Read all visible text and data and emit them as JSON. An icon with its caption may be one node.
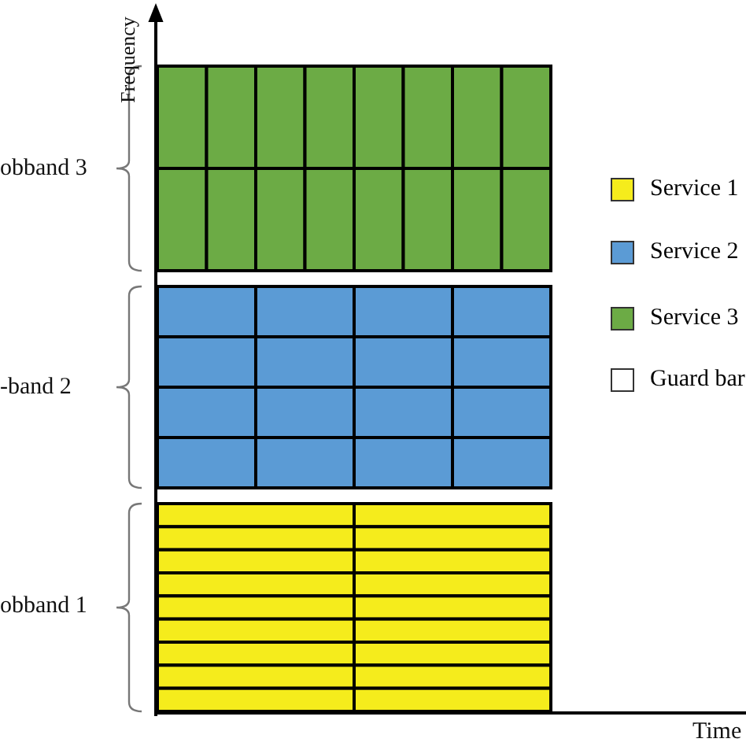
{
  "diagram": {
    "labels": [
      "Frequency",
      "obband 3",
      "-band 2",
      "obband 1",
      "Time"
    ],
    "legend": [
      {
        "text": "Service 1",
        "color": "#f5ec1c"
      },
      {
        "text": "Service 2",
        "color": "#5b9bd5"
      },
      {
        "text": "Service 3",
        "color": "#6cab45"
      },
      {
        "text": "Guard bar",
        "color": "#ffffff"
      }
    ]
  }
}
